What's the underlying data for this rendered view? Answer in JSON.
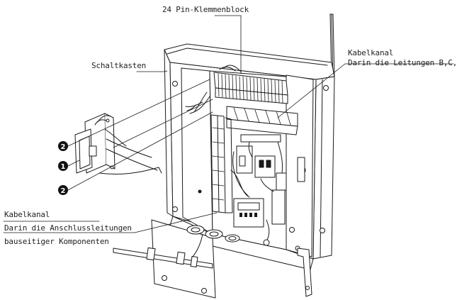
{
  "labels": {
    "terminal_block": "24 Pin-Klemmenblock",
    "switch_box": "Schaltkasten",
    "cable_duct_right_line1": "Kabelkanal",
    "cable_duct_right_line2": "Darin die Leitungen B,C,D,E",
    "cable_duct_left_line1": "Kabelkanal",
    "cable_duct_left_line2": "Darin die Anschlussleitungen",
    "cable_duct_left_line3": "bauseitiger Komponenten"
  },
  "markers": {
    "marker_1": "1",
    "marker_2_top": "2",
    "marker_2_bottom": "2"
  },
  "colors": {
    "line": "#1a1a1a",
    "marker_fill": "#111111",
    "marker_text": "#ffffff"
  }
}
